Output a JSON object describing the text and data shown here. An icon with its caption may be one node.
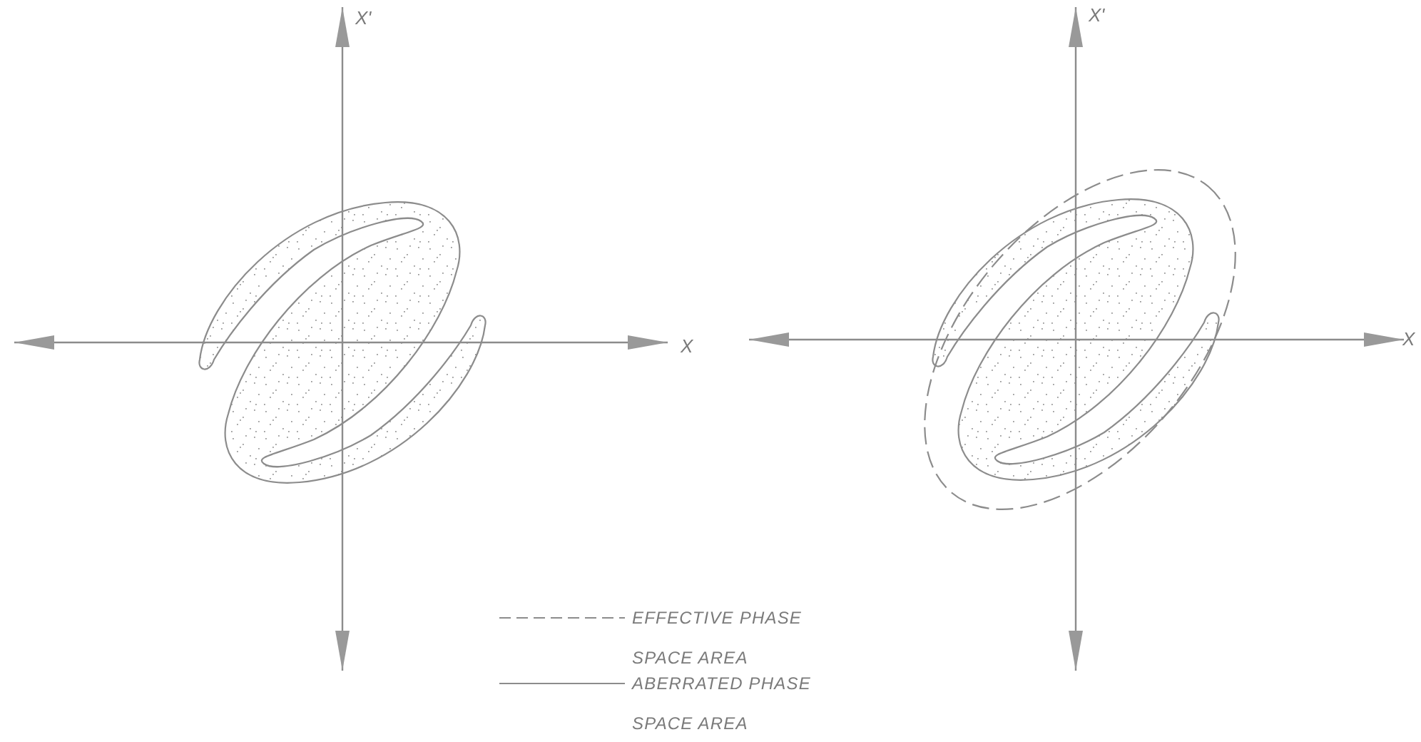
{
  "diagram": {
    "labels": [
      "X'",
      "X'",
      "X",
      "X"
    ],
    "legend": [
      {
        "text": "EFFECTIVE PHASE SPACE AREA"
      },
      {
        "text": "ABERRATED PHASE SPACE AREA"
      }
    ]
  }
}
